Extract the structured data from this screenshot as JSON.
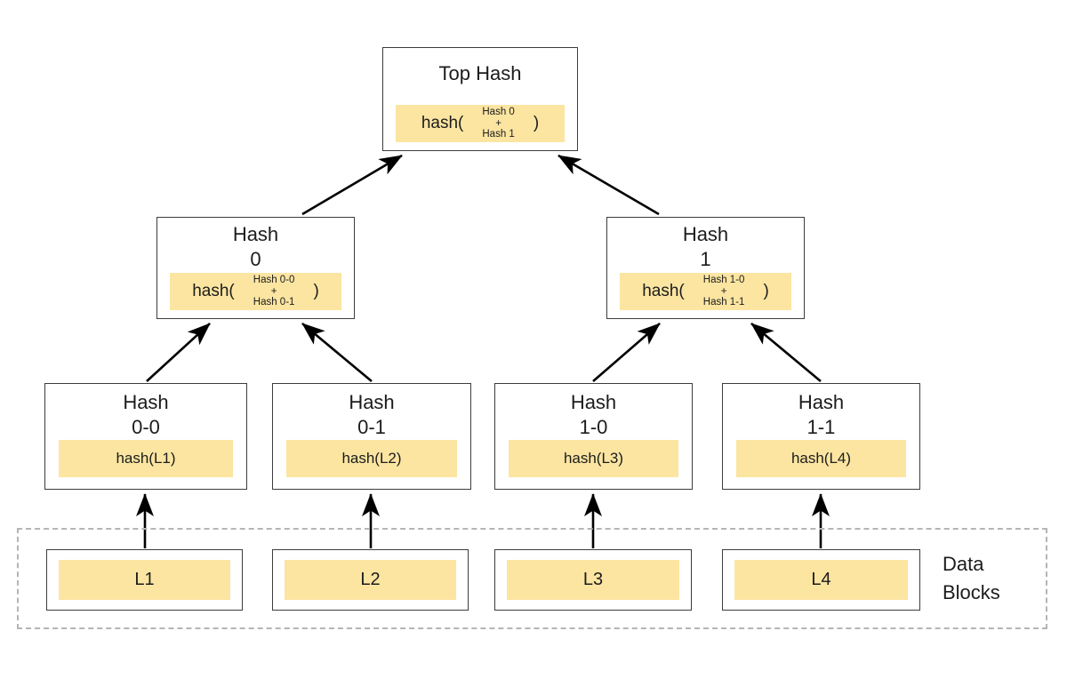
{
  "colors": {
    "highlight_fill": "#fbe5a1",
    "box_border": "#3c3c3c",
    "dashed_border": "#b5b5b5",
    "arrow": "#000000",
    "text": "#1c1c1c"
  },
  "root": {
    "title": "Top Hash",
    "formula": {
      "prefix": "hash(",
      "line1": "Hash 0",
      "operator": "+",
      "line2": "Hash 1",
      "close": ")"
    }
  },
  "level1": [
    {
      "title_line1": "Hash",
      "title_line2": "0",
      "formula": {
        "prefix": "hash(",
        "line1": "Hash 0-0",
        "operator": "+",
        "line2": "Hash 0-1",
        "close": ")"
      }
    },
    {
      "title_line1": "Hash",
      "title_line2": "1",
      "formula": {
        "prefix": "hash(",
        "line1": "Hash 1-0",
        "operator": "+",
        "line2": "Hash 1-1",
        "close": ")"
      }
    }
  ],
  "leaves": [
    {
      "title_line1": "Hash",
      "title_line2": "0-0",
      "formula": "hash(L1)"
    },
    {
      "title_line1": "Hash",
      "title_line2": "0-1",
      "formula": "hash(L2)"
    },
    {
      "title_line1": "Hash",
      "title_line2": "1-0",
      "formula": "hash(L3)"
    },
    {
      "title_line1": "Hash",
      "title_line2": "1-1",
      "formula": "hash(L4)"
    }
  ],
  "data_blocks": {
    "label_line1": "Data",
    "label_line2": "Blocks",
    "items": [
      {
        "label": "L1"
      },
      {
        "label": "L2"
      },
      {
        "label": "L3"
      },
      {
        "label": "L4"
      }
    ]
  }
}
